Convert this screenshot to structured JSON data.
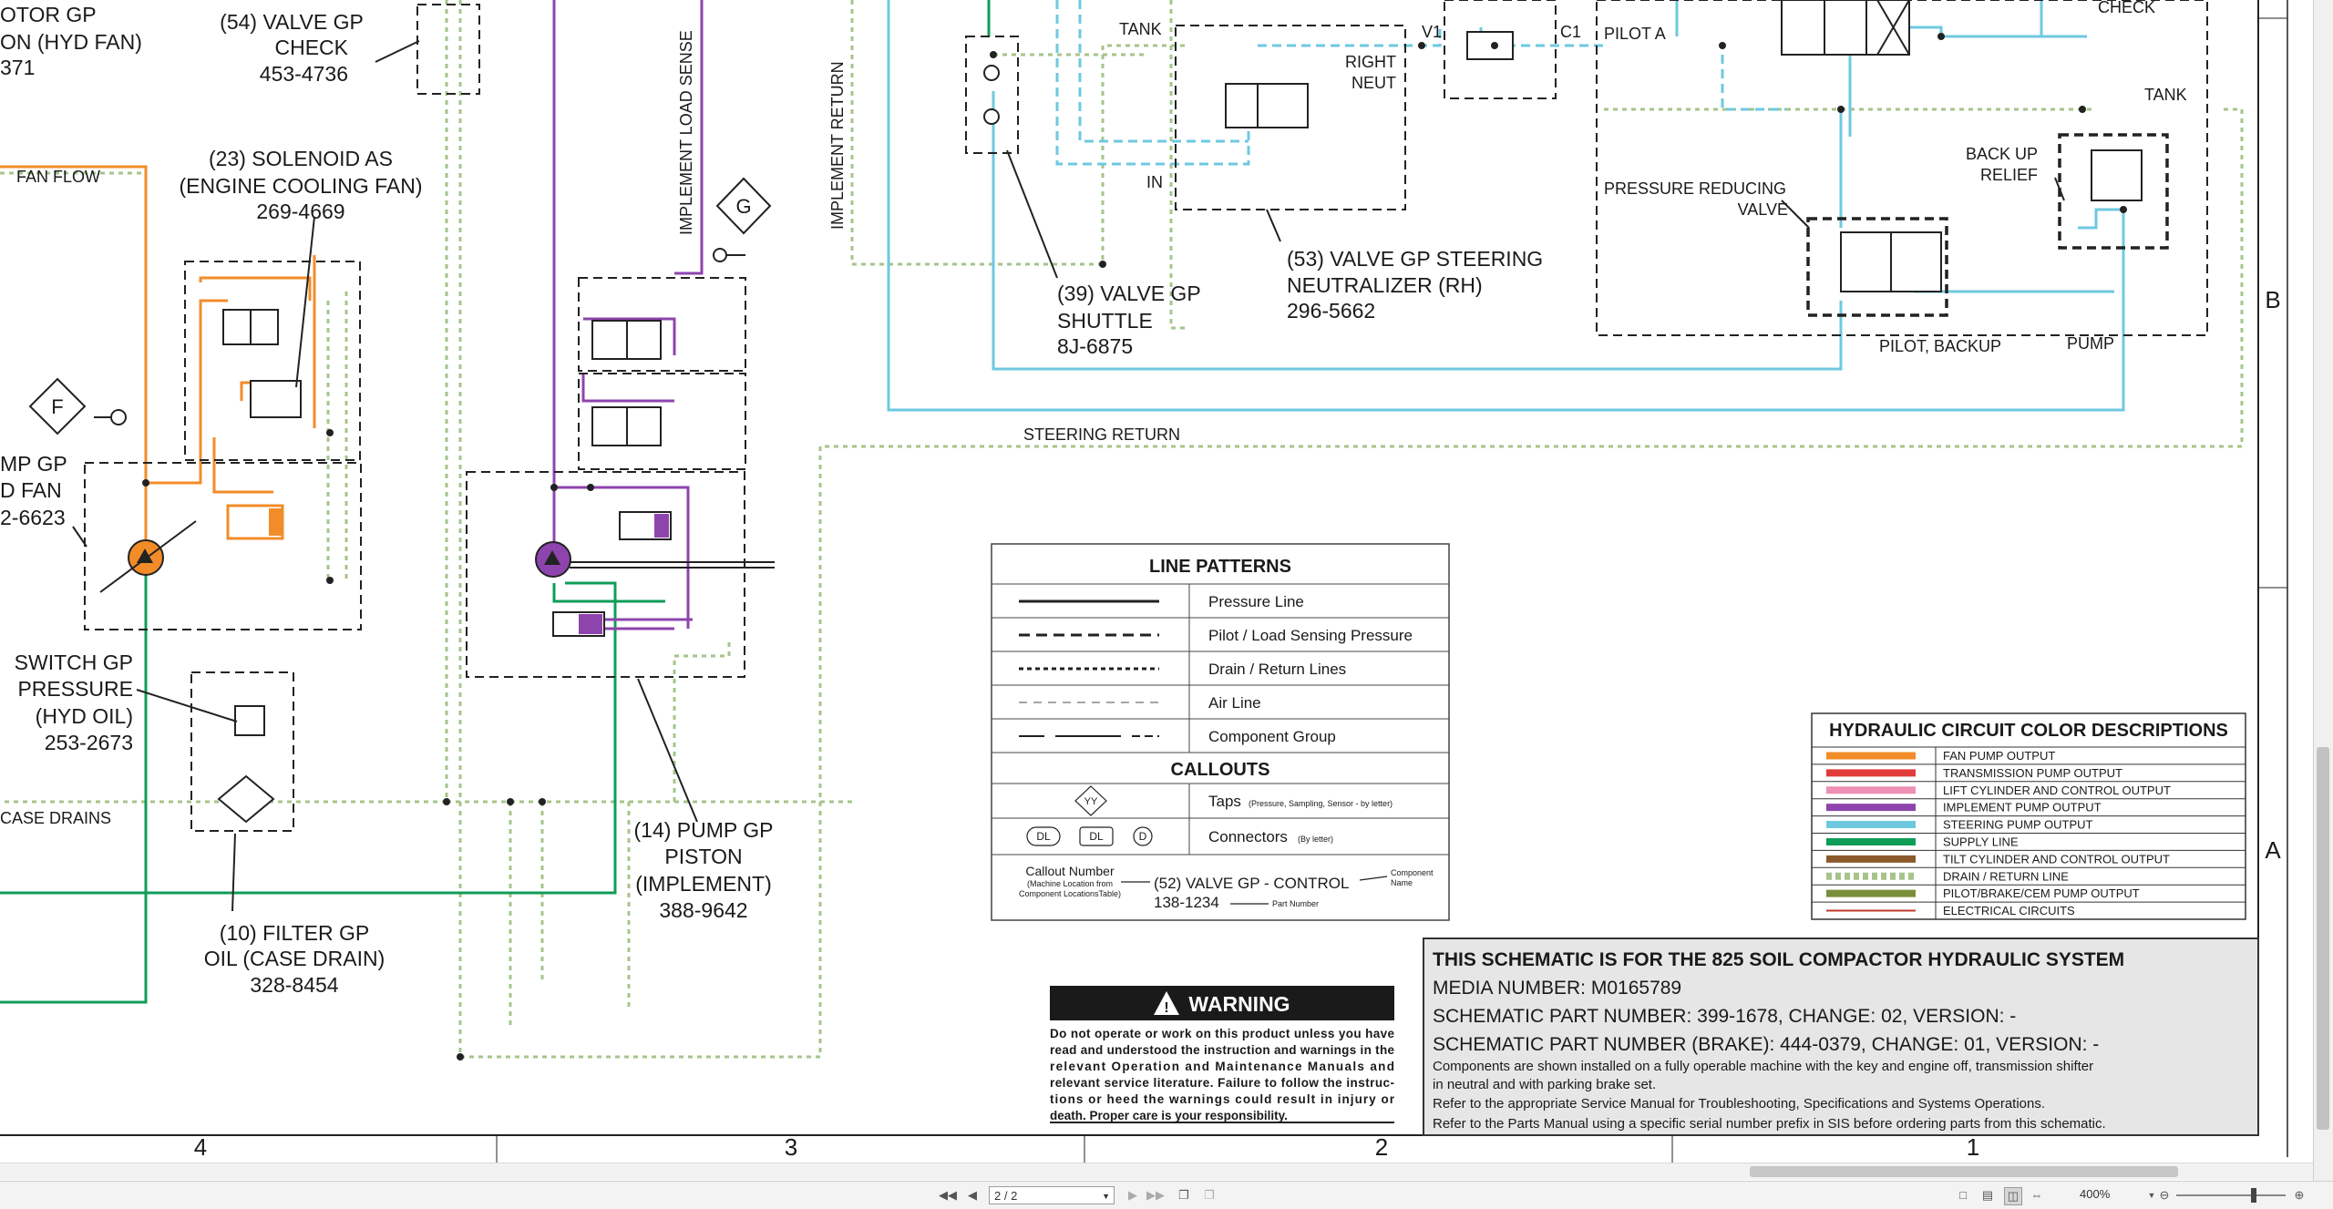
{
  "viewer": {
    "page_indicator": "2 / 2",
    "zoom": "400%"
  },
  "schematic": {
    "labels": {
      "motor_gp_1": "OTOR GP",
      "motor_gp_2": "ON (HYD FAN)",
      "motor_gp_3": "371",
      "valve54_1": "(54) VALVE GP",
      "valve54_2": "CHECK",
      "valve54_3": "453-4736",
      "fan_flow": "FAN FLOW",
      "sol23_1": "(23) SOLENOID AS",
      "sol23_2": "(ENGINE COOLING FAN)",
      "sol23_3": "269-4669",
      "impl_load_sense": "IMPLEMENT LOAD SENSE",
      "impl_return": "IMPLEMENT RETURN",
      "tap_g": "G",
      "tap_f": "F",
      "pump_fan_1": "MP GP",
      "pump_fan_2": "D FAN",
      "pump_fan_3": "2-6623",
      "switch_1": "SWITCH GP",
      "switch_2": "PRESSURE",
      "switch_3": "(HYD OIL)",
      "switch_4": "253-2673",
      "case_drains": "CASE DRAINS",
      "filter_1": "(10) FILTER GP",
      "filter_2": "OIL (CASE DRAIN)",
      "filter_3": "328-8454",
      "pump14_1": "(14) PUMP GP",
      "pump14_2": "PISTON",
      "pump14_3": "(IMPLEMENT)",
      "pump14_4": "388-9642",
      "tank": "TANK",
      "tank2": "TANK",
      "v1": "V1",
      "c1": "C1",
      "pilot_a": "PILOT A",
      "check": "CHECK",
      "right_neut_1": "RIGHT",
      "right_neut_2": "NEUT",
      "in_port": "IN",
      "shuttle_1": "(39) VALVE GP",
      "shuttle_2": "SHUTTLE",
      "shuttle_3": "8J-6875",
      "steer_neut_1": "(53) VALVE GP STEERING",
      "steer_neut_2": "NEUTRALIZER (RH)",
      "steer_neut_3": "296-5662",
      "back_up_1": "BACK UP",
      "back_up_2": "RELIEF",
      "prv_1": "PRESSURE REDUCING",
      "prv_2": "VALVE",
      "pilot_backup": "PILOT, BACKUP",
      "pump_port": "PUMP",
      "steering_return": "STEERING RETURN",
      "zone_b": "B",
      "zone_a": "A",
      "col_4": "4",
      "col_3": "3",
      "col_2": "2",
      "col_1": "1"
    },
    "line_patterns": {
      "title": "LINE PATTERNS",
      "rows": [
        "Pressure Line",
        "Pilot / Load Sensing Pressure",
        "Drain / Return Lines",
        "Air Line",
        "Component Group"
      ],
      "callouts_title": "CALLOUTS",
      "taps_label": "Taps",
      "taps_note": "(Pressure, Sampling, Sensor - by letter)",
      "taps_symbol": "YY",
      "connectors_label": "Connectors",
      "connectors_note": "(By letter)",
      "conn_dl1": "DL",
      "conn_dl2": "DL",
      "conn_d": "D",
      "callout_number": "Callout Number",
      "callout_number_note1": "(Machine Location from",
      "callout_number_note2": "Component LocationsTable)",
      "callout_example": "(52) VALVE GP - CONTROL",
      "callout_part": "138-1234",
      "component_name_1": "Component",
      "component_name_2": "Name",
      "part_number": "Part Number"
    },
    "color_legend": {
      "title": "HYDRAULIC CIRCUIT COLOR DESCRIPTIONS",
      "items": [
        {
          "label": "FAN PUMP OUTPUT",
          "color": "#f28c28",
          "style": "solid"
        },
        {
          "label": "TRANSMISSION PUMP OUTPUT",
          "color": "#e23b3b",
          "style": "solid"
        },
        {
          "label": "LIFT CYLINDER AND CONTROL OUTPUT",
          "color": "#ee8fb5",
          "style": "solid"
        },
        {
          "label": "IMPLEMENT PUMP OUTPUT",
          "color": "#8e44ad",
          "style": "solid"
        },
        {
          "label": "STEERING PUMP OUTPUT",
          "color": "#6ec9e0",
          "style": "solid"
        },
        {
          "label": "SUPPLY LINE",
          "color": "#0f9d58",
          "style": "solid"
        },
        {
          "label": "TILT CYLINDER AND CONTROL OUTPUT",
          "color": "#8b5a2b",
          "style": "solid"
        },
        {
          "label": "DRAIN / RETURN LINE",
          "color": "#a6c48a",
          "style": "dashed"
        },
        {
          "label": "PILOT/BRAKE/CEM PUMP OUTPUT",
          "color": "#7a8f3a",
          "style": "solid"
        },
        {
          "label": "ELECTRICAL CIRCUITS",
          "color": "#c0392b",
          "style": "thin"
        }
      ]
    },
    "warning": {
      "title": "WARNING",
      "lines": [
        "Do not operate or work on this product unless you have",
        "read and understood the instruction and warnings in the",
        "relevant Operation and Maintenance Manuals and",
        "relevant service literature. Failure to follow the instruc-",
        "tions or heed the warnings could result in injury or",
        "death. Proper care is your responsibility."
      ]
    },
    "title_block": {
      "title": "THIS SCHEMATIC IS FOR THE 825 SOIL COMPACTOR HYDRAULIC SYSTEM",
      "media": "MEDIA NUMBER: M0165789",
      "part1": "SCHEMATIC PART NUMBER: 399-1678, CHANGE: 02, VERSION: -",
      "part2": "SCHEMATIC PART NUMBER (BRAKE): 444-0379, CHANGE: 01, VERSION: -",
      "note1": "Components are shown installed on a fully operable machine with the key and engine off, transmission shifter",
      "note2": "in neutral and with parking brake set.",
      "note3": "Refer to the appropriate Service Manual for Troubleshooting, Specifications and Systems Operations.",
      "note4": "Refer to the Parts Manual using a specific serial number prefix in SIS before ordering parts from this schematic."
    }
  }
}
